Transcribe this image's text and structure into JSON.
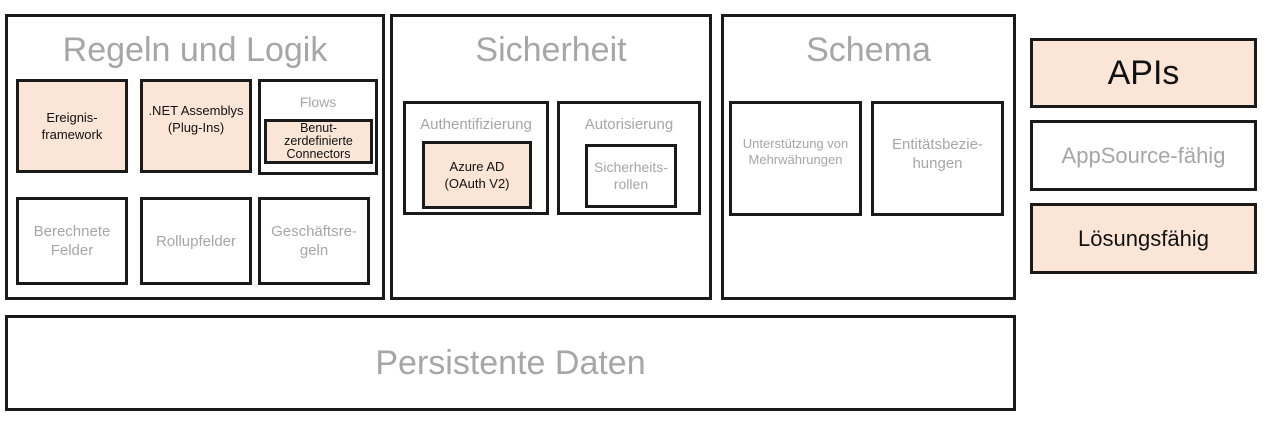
{
  "colors": {
    "highlight": "#fbe5d6",
    "border": "#1a1a1a",
    "muted_text": "#a6a6a6",
    "dark_text": "#111111"
  },
  "rules": {
    "title": "Regeln und Logik",
    "event_framework": "Ereignis-\nframework",
    "net_assemblies": ".NET Assemblys\n(Plug-Ins)",
    "flows": "Flows",
    "custom_connectors": "Benut-\nzerdefinierte\nConnectors",
    "calculated_fields": "Berechnete\nFelder",
    "rollup_fields": "Rollupfelder",
    "business_rules": "Geschäftsre-\ngeln"
  },
  "security": {
    "title": "Sicherheit",
    "authentication": "Authentifizierung",
    "azure_ad": "Azure AD\n(OAuth V2)",
    "authorization": "Autorisierung",
    "security_roles": "Sicherheits-\nrollen"
  },
  "schema": {
    "title": "Schema",
    "multi_currency": "Unterstützung von\nMehrwährungen",
    "entity_relationships": "Entitätsbezie-\nhungen"
  },
  "side": {
    "apis": "APIs",
    "appsource": "AppSource-fähig",
    "solutions": "Lösungsfähig"
  },
  "persistent_data": "Persistente Daten"
}
